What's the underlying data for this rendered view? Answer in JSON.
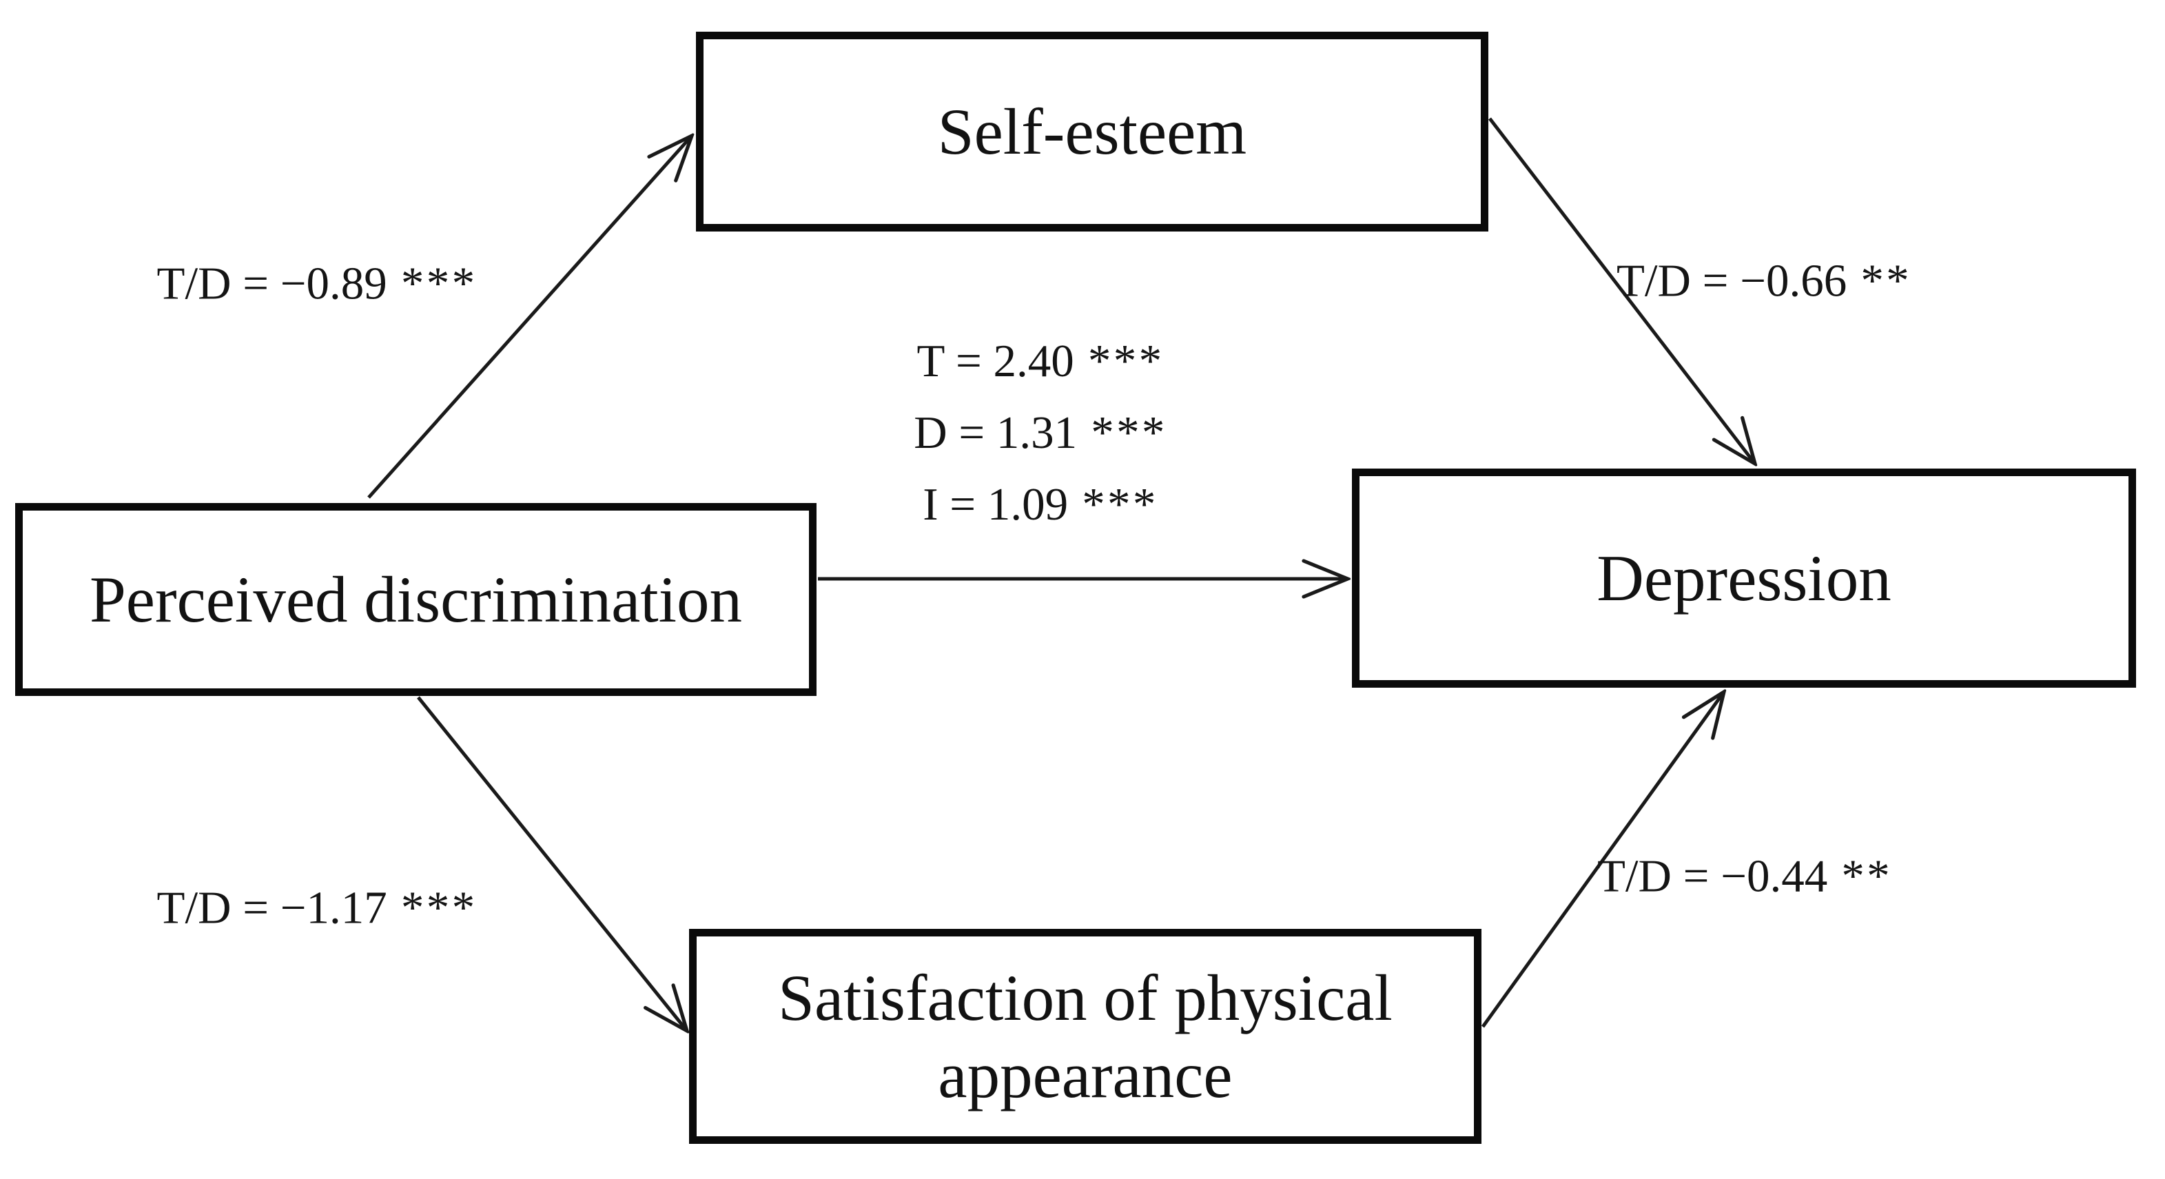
{
  "figure": {
    "background_color": "#ffffff",
    "stroke_color": "#1a1a1a",
    "nodes": {
      "self_esteem": {
        "label": "Self-esteem"
      },
      "perceived_discrimination": {
        "label": "Perceived discrimination"
      },
      "depression": {
        "label": "Depression"
      },
      "satisfaction_physical_appearance": {
        "label": "Satisfaction of physical appearance"
      }
    },
    "edge_labels": {
      "pd_self_esteem": {
        "value": "T/D = −0.89",
        "stars": "***"
      },
      "self_esteem_depression": {
        "value": "T/D = −0.66",
        "stars": "**"
      },
      "pd_satisfaction": {
        "value": "T/D = −1.17",
        "stars": "***"
      },
      "satisfaction_depression": {
        "value": "T/D = −0.44",
        "stars": "**"
      },
      "direct_path": [
        {
          "value": "T = 2.40",
          "stars": "***"
        },
        {
          "value": "D = 1.31",
          "stars": "***"
        },
        {
          "value": "I = 1.09",
          "stars": "***"
        }
      ]
    }
  }
}
